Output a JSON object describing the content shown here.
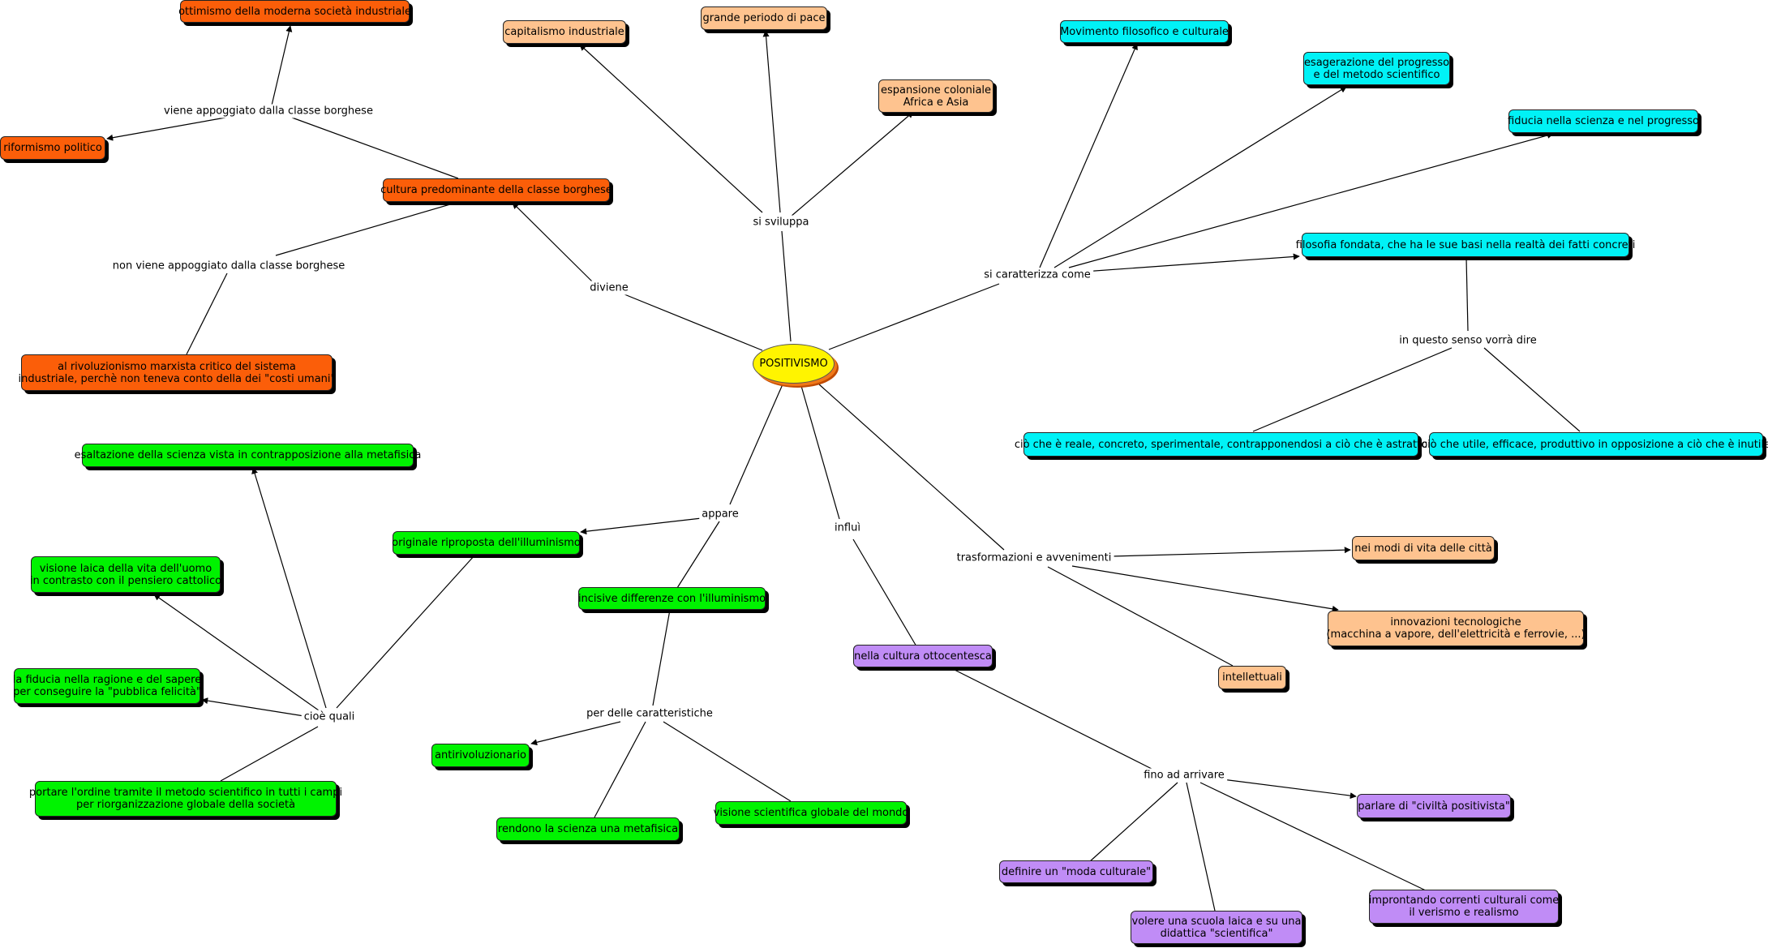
{
  "root": "POSITIVISMO",
  "links": {
    "diviene": "diviene",
    "si_sviluppa": "si sviluppa",
    "si_caratterizza": "si caratterizza come",
    "appare": "appare",
    "influi": "influì",
    "trasformazioni": "trasformazioni e avvenimenti",
    "viene_appoggiato": "viene appoggiato dalla classe borghese",
    "non_viene_appoggiato": "non viene appoggiato dalla classe borghese",
    "in_questo_senso": "in questo senso vorrà dire",
    "cioe_quali": "cioè quali",
    "per_delle": "per delle caratteristiche",
    "fino_ad_arrivare": "fino ad arrivare"
  },
  "nodes": {
    "ottimismo": "ottimismo della moderna società industriale",
    "riformismo": "riformismo politico",
    "cultura_predominante": "cultura predominante della classe borghese",
    "rivoluzionismo_1": "al rivoluzionismo marxista critico del sistema",
    "rivoluzionismo_2": "industriale, perchè non teneva conto della dei \"costi umani\"",
    "capitalismo": "capitalismo industriale",
    "grande_periodo": "grande periodo di pace",
    "espansione_1": "espansione coloniale",
    "espansione_2": "Africa e Asia",
    "movimento": "Movimento filosofico e culturale",
    "esagerazione_1": "esagerazione del progresso",
    "esagerazione_2": "e del metodo scientifico",
    "fiducia_scienza": "fiducia nella scienza e nel progresso",
    "filosofia_fondata": "filosofia fondata, che ha le sue basi nella realtà dei fatti concreti",
    "reale": "ciò che è reale, concreto, sperimentale, contrapponendosi a ciò che è astratto",
    "utile": "ciò che utile, efficace, produttivo in opposizione a ciò che è inutile",
    "esaltazione": "esaltazione della scienza vista in contrapposizione alla metafisica",
    "visione_laica_1": "visione laica della vita dell'uomo",
    "visione_laica_2": "in contrasto con il pensiero cattolico",
    "fiducia_ragione_1": "la fiducia nella ragione e del sapere",
    "fiducia_ragione_2": "per conseguire la \"pubblica felicità\"",
    "portare_ordine_1": "portare l'ordine tramite il metodo scientifico in tutti i campi",
    "portare_ordine_2": "per riorganizzazione globale della società",
    "originale": "originale riproposta dell'illuminismo",
    "incisive": "incisive differenze con l'illuminismo",
    "antirivoluzionario": "antirivoluzionario",
    "rendono_scienza": "rendono la scienza  una metafisica",
    "visione_scientifica": "visione scientifica globale del mondo",
    "nella_cultura": "nella cultura ottocentesca",
    "nei_modi": "nei modi di vita delle città",
    "innovazioni_1": "innovazioni tecnologiche",
    "innovazioni_2": "(macchina a vapore, dell'elettricità e ferrovie, ...)",
    "intellettuali": "intellettuali",
    "parlare": "parlare di \"civiltà positivista\"",
    "definire": "definire un \"moda culturale\"",
    "volere_1": "volere una scuola laica e su una",
    "volere_2": "didattica \"scientifica\"",
    "improntando_1": "improntando correnti culturali come",
    "improntando_2": "il verismo e realismo"
  },
  "colors": {
    "orange": "#fb5e09",
    "peach": "#fec38f",
    "cyan": "#00f2f6",
    "green": "#00f300",
    "purple": "#c08cf6",
    "root": "#fff400"
  }
}
